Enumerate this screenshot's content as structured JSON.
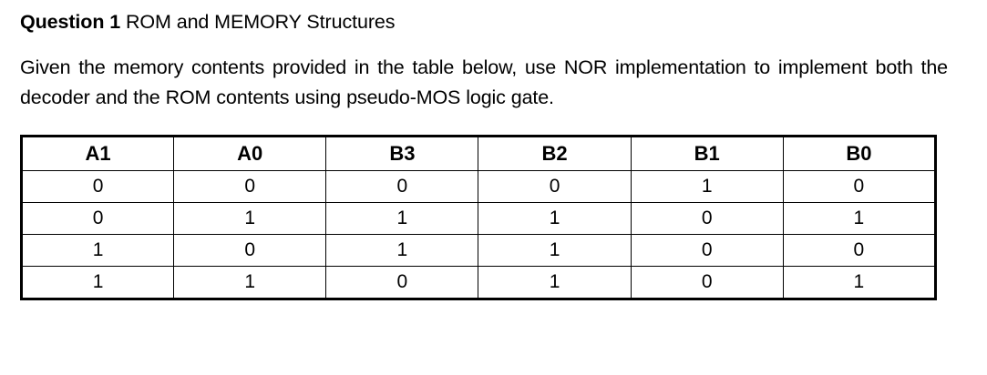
{
  "document": {
    "heading": {
      "label": "Question 1",
      "title": "ROM and MEMORY Structures"
    },
    "prompt": {
      "line1": "Given the memory contents provided in the table below, use NOR implementation",
      "line2": "to implement both the decoder and the ROM contents using pseudo-MOS logic",
      "line3": "gate.",
      "full_text": "Given the memory contents provided in the table below, use NOR implementation to implement both the decoder and the ROM contents using pseudo-MOS logic gate."
    },
    "table": {
      "headers": [
        "A1",
        "A0",
        "B3",
        "B2",
        "B1",
        "B0"
      ],
      "rows": [
        [
          "0",
          "0",
          "0",
          "0",
          "1",
          "0"
        ],
        [
          "0",
          "1",
          "1",
          "1",
          "0",
          "1"
        ],
        [
          "1",
          "0",
          "1",
          "1",
          "0",
          "0"
        ],
        [
          "1",
          "1",
          "0",
          "1",
          "0",
          "1"
        ]
      ]
    },
    "colors": {
      "text": "#000000",
      "background": "#ffffff",
      "border": "#000000"
    }
  }
}
